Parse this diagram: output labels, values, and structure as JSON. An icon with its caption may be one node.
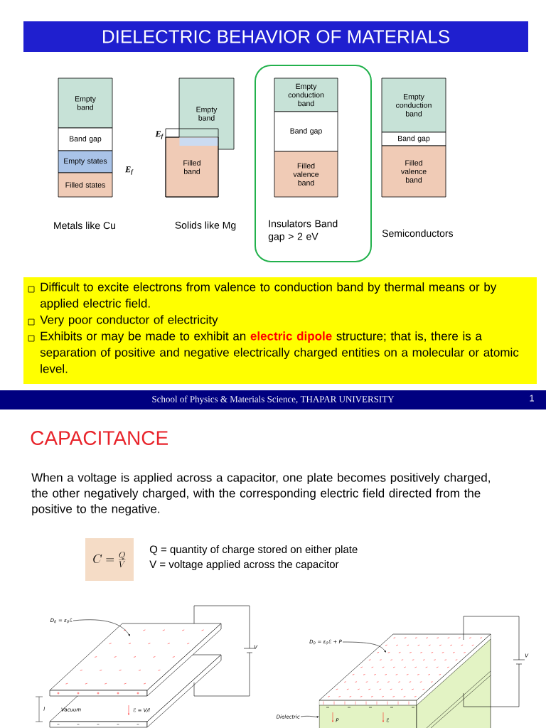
{
  "diagram": {
    "nodes": [
      {
        "text": [
          "DIELECTRIC BEHAVIOR OF MATERIALS"
        ]
      },
      {
        "text": [
          "Empty band"
        ]
      },
      {
        "text": [
          "Band gap"
        ]
      },
      {
        "text": [
          "Empty states"
        ]
      },
      {
        "text": [
          "Filled states"
        ]
      },
      {
        "text": [
          "Empty band"
        ]
      },
      {
        "text": [
          "Filled band"
        ]
      },
      {
        "text": [
          "Insulators Band gap > 2 eV"
        ]
      },
      {
        "text": [
          "Empty conduction band"
        ],
        "in": 7
      },
      {
        "text": [
          "Band gap"
        ],
        "in": 7
      },
      {
        "text": [
          "Filled valence band"
        ],
        "in": 7
      },
      {
        "text": [
          "Empty conduction band"
        ]
      },
      {
        "text": [
          "Band gap"
        ]
      },
      {
        "text": [
          "Filled valence band"
        ]
      },
      {
        "text": [
          "Difficult to excite electrons from valence to conduction band by thermal means or by applied electric field.",
          "Very poor conductor of electricity",
          "Exhibits or may be made to exhibit an **electric dipole** structure; that is, there is a separation of positive and negative electrically charged entities on a molecular or atomic level."
        ]
      },
      {
        "text": [
          "School of Physics & Materials Science, THAPAR UNIVERSITY"
        ]
      },
      {
        "text": [
          "C = \\frac{Q}{V}"
        ]
      },
      {
        "text": [
          "D$_{0}$ = ε$_{0}$ℰ"
        ]
      },
      {
        "text": [
          "D$_{0}$ = ε$_{0}$ℰ + P"
        ]
      },
      {
        "text": [
          "Dielectric"
        ]
      },
      {
        "text": [],
        "shape": "box"
      }
    ],
    "edges": [
      {
        "from": 17,
        "to": null,
        "arrow": "to"
      },
      {
        "from": 18,
        "to": null,
        "arrow": "to"
      },
      {
        "from": 19,
        "to": 20,
        "arrow": "to"
      }
    ],
    "labels": [
      "E$_{f}$",
      "E$_{f}$",
      "Metals like Cu",
      "Solids like Mg",
      "Semiconductors",
      "1",
      "CAPACITANCE",
      "When a voltage is applied across a capacitor, one plate becomes positively charged, the other negatively charged, with the corresponding electric field directed from the positive to the negative.",
      "Q = quantity of charge stored on either plate",
      "V = voltage applied across the capacitor",
      "V",
      "l",
      "Vacuum",
      "ℰ = V/l",
      "V",
      "P",
      "ℰ"
    ]
  }
}
